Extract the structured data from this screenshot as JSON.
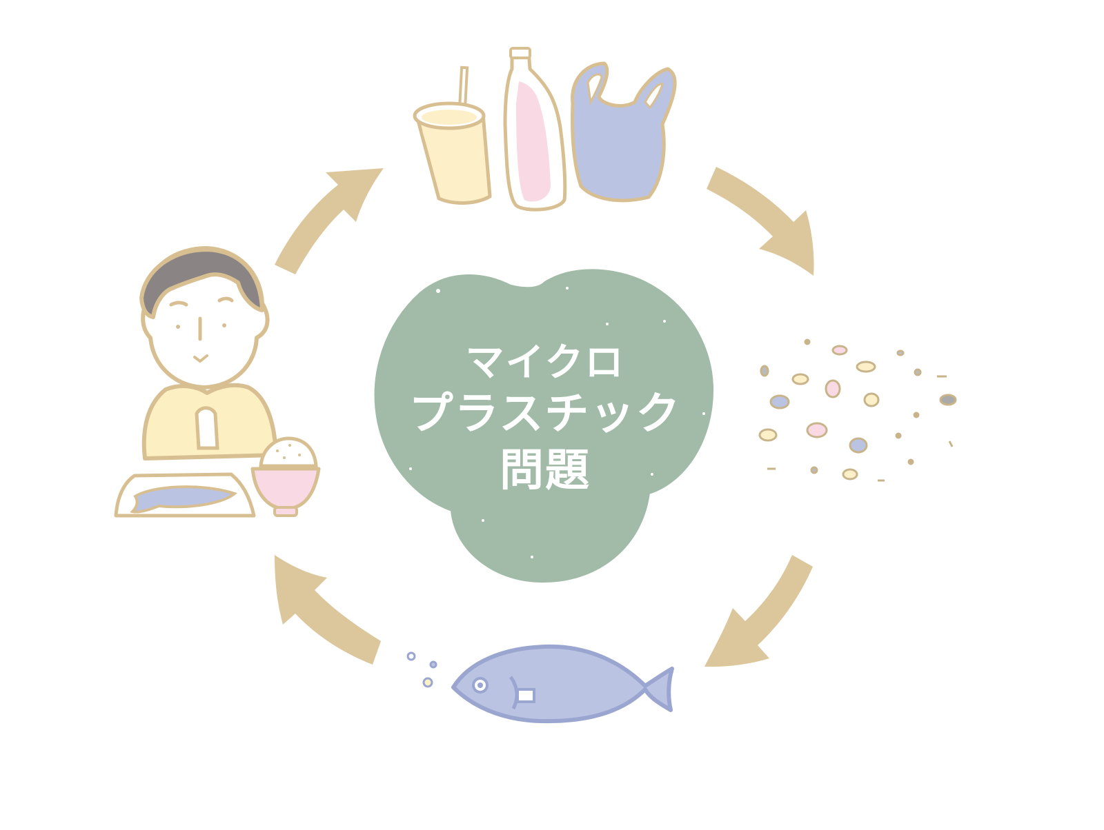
{
  "title": {
    "line1": "マイクロ",
    "line2": "プラスチック",
    "line3": "問題"
  },
  "cycle_steps": [
    {
      "name": "plastic-products",
      "icons": [
        "drink-cup-icon",
        "plastic-bottle-icon",
        "plastic-bag-icon"
      ]
    },
    {
      "name": "microplastic-fragments",
      "icons": [
        "fragments-icon"
      ]
    },
    {
      "name": "fish",
      "icons": [
        "fish-icon"
      ]
    },
    {
      "name": "person-eating",
      "icons": [
        "person-icon",
        "fish-dish-icon",
        "rice-bowl-icon"
      ]
    }
  ],
  "colors": {
    "center_blob": "#a1bba8",
    "arrow": "#dcc69b",
    "outline": "#d8bf92",
    "cup_fill": "#fdf0c8",
    "bottle_fill": "#f9d9e3",
    "bag_fill": "#bbc3e3",
    "fish_fill": "#bbc3e3",
    "fish_outline": "#9ba6d0",
    "hair": "#8a8484",
    "shirt": "#fcefc2"
  }
}
